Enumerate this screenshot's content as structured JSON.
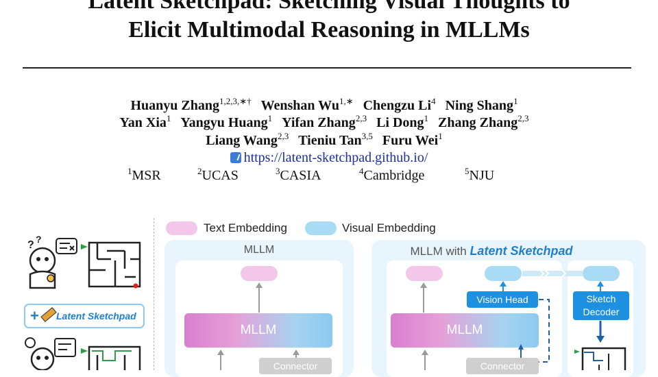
{
  "title": {
    "line1": "Latent Sketchpad: Sketching Visual Thoughts to",
    "line2": "Elicit Multimodal Reasoning in MLLMs"
  },
  "authors": {
    "row1": [
      {
        "name": "Huanyu Zhang",
        "sup": "1,2,3,∗†"
      },
      {
        "name": "Wenshan Wu",
        "sup": "1,∗"
      },
      {
        "name": "Chengzu Li",
        "sup": "4"
      },
      {
        "name": "Ning Shang",
        "sup": "1"
      }
    ],
    "row2": [
      {
        "name": "Yan Xia",
        "sup": "1"
      },
      {
        "name": "Yangyu Huang",
        "sup": "1"
      },
      {
        "name": "Yifan Zhang",
        "sup": "2,3"
      },
      {
        "name": "Li Dong",
        "sup": "1"
      },
      {
        "name": "Zhang Zhang",
        "sup": "2,3"
      }
    ],
    "row3": [
      {
        "name": "Liang Wang",
        "sup": "2,3"
      },
      {
        "name": "Tieniu Tan",
        "sup": "3,5"
      },
      {
        "name": "Furu Wei",
        "sup": "1"
      }
    ]
  },
  "link": "https://latent-sketchpad.github.io/",
  "affiliations": [
    {
      "sup": "1",
      "name": "MSR"
    },
    {
      "sup": "2",
      "name": "UCAS"
    },
    {
      "sup": "3",
      "name": "CASIA"
    },
    {
      "sup": "4",
      "name": "Cambridge"
    },
    {
      "sup": "5",
      "name": "NJU"
    }
  ],
  "figure": {
    "legend_text": "Text Embedding",
    "legend_visual": "Visual Embedding",
    "badge_plus": "+",
    "badge_label": "Latent Sketchpad",
    "left_panel_title": "MLLM",
    "left_bar": "MLLM",
    "left_connector": "Connector",
    "right_panel_title_prefix": "MLLM with ",
    "right_panel_title_em": "Latent Sketchpad",
    "right_bar": "MLLM",
    "right_connector": "Connector",
    "vision_head": "Vision Head",
    "sketch_decoder_l1": "Sketch",
    "sketch_decoder_l2": "Decoder",
    "colors": {
      "text_embed": "#f2c7ea",
      "visual_embed": "#a9dcf4",
      "accent": "#1e90e0",
      "panel": "#e9f5fc"
    }
  }
}
